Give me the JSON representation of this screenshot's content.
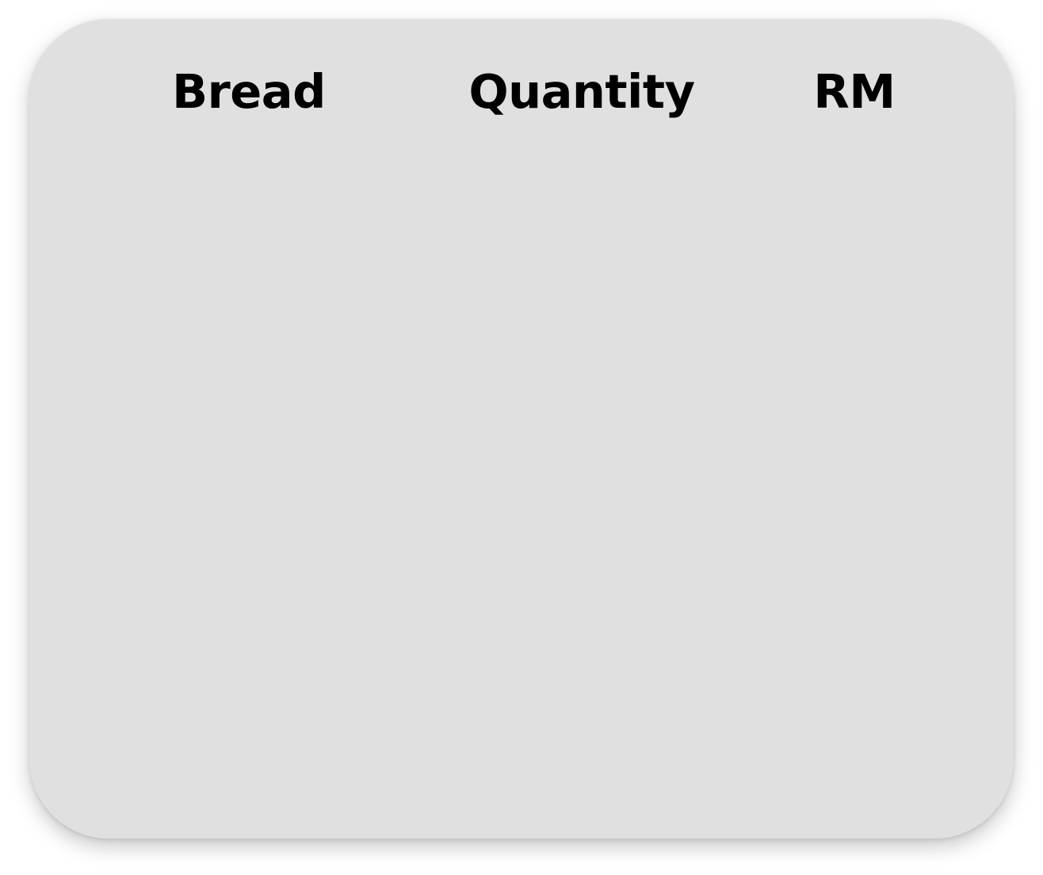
{
  "table": {
    "columns": [
      {
        "label": "Bread"
      },
      {
        "label": "Quantity"
      },
      {
        "label": "RM"
      }
    ],
    "rows": []
  }
}
